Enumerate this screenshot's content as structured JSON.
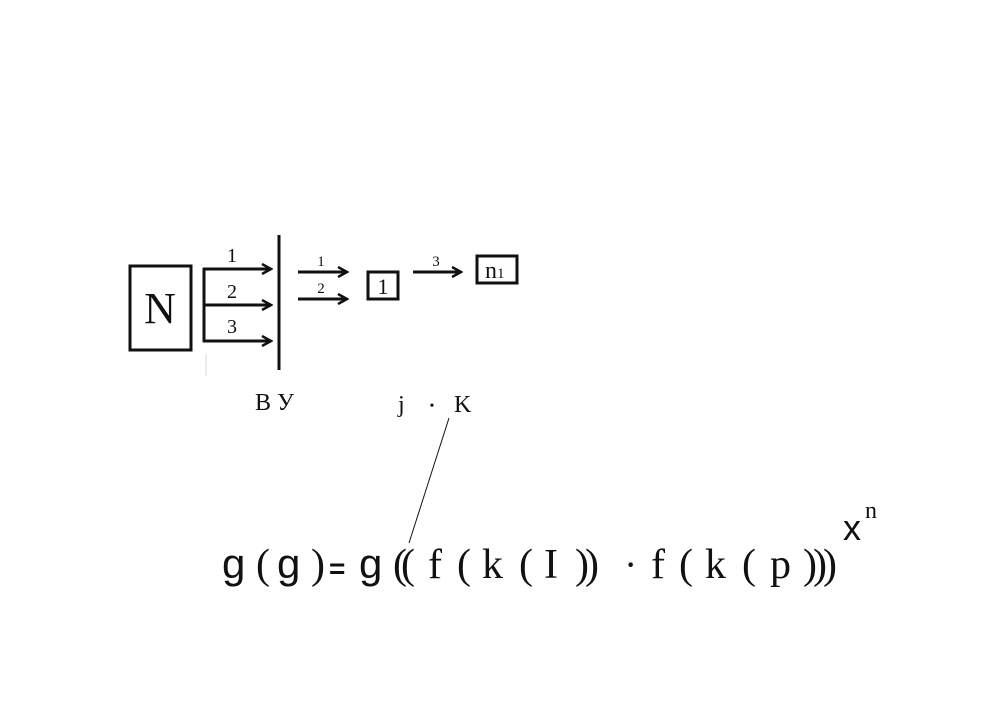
{
  "diagram": {
    "source_box": "N",
    "input_labels": [
      "1",
      "2",
      "3"
    ],
    "output_labels": [
      "1",
      "2"
    ],
    "middle_box": "1",
    "final_arrow_label": "3",
    "final_box": {
      "main": "n",
      "sub": "1"
    },
    "bus_label": "В У",
    "product_label": {
      "left": "j",
      "dot": "•",
      "right": "K"
    }
  },
  "formula": {
    "tokens": [
      "g",
      "(",
      "g",
      ")",
      "=",
      "g",
      "((",
      "f",
      "(",
      "k",
      "(",
      "I",
      "))",
      "·",
      "f",
      "(",
      "k",
      "(",
      "p",
      ")))"
    ],
    "exponent_base": "x",
    "exponent": "n"
  }
}
